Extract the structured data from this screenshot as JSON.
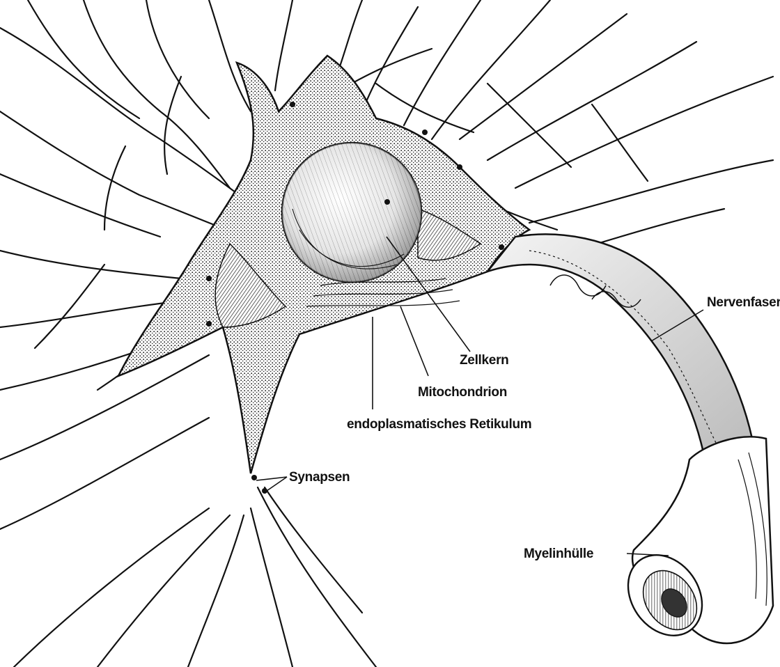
{
  "diagram": {
    "subject": "neuron",
    "colors": {
      "ink": "#111111",
      "paper": "#ffffff",
      "shade": "#7a7a7a"
    },
    "labels": {
      "nervenfaser": "Nervenfaser",
      "zellkern": "Zellkern",
      "mitochondrion": "Mitochondrion",
      "retikulum": "endoplasmatisches Retikulum",
      "synapsen": "Synapsen",
      "myelinhuelle": "Myelinhülle"
    }
  }
}
